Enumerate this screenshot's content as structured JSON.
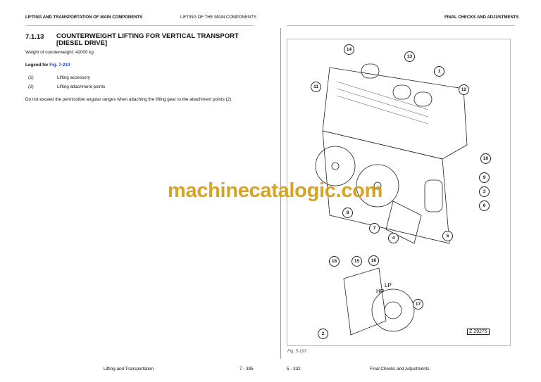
{
  "left_page": {
    "header_left": "LIFTING AND TRANSPORTATION OF MAIN COMPONENTS",
    "header_right": "LIFTING OF THE MAIN COMPONENTS",
    "section_number": "7.1.13",
    "section_title_line1": "COUNTERWEIGHT LIFTING FOR VERTICAL TRANSPORT",
    "section_title_line2": "[DIESEL DRIVE]",
    "weight_text": "Weight of counterweight: 42000 kg",
    "legend_label": "Legend for ",
    "legend_link": "Fig. 7-210",
    "legend": [
      {
        "num": "(1)",
        "text": "Lifting accessory"
      },
      {
        "num": "(2)",
        "text": "Lifting attachment points"
      }
    ],
    "note": "Do not exceed the permissible angular ranges when attaching the lifting gear to the attachment points (2).",
    "footer_title": "Lifting and Transportation",
    "footer_page": "7 - 385"
  },
  "right_page": {
    "header": "FINAL CHECKS AND ADJUSTMENTS",
    "figure_caption": "Fig. 5-197",
    "figure_id": "Z 29275",
    "callouts": [
      "14",
      "13",
      "1",
      "11",
      "12",
      "10",
      "9",
      "3",
      "6",
      "8",
      "7",
      "5",
      "4",
      "18",
      "15",
      "16",
      "17",
      "2"
    ],
    "labels": {
      "lp": "LP",
      "hp": "HP"
    },
    "footer_page": "5 - 332",
    "footer_title": "Final Checks and Adjustments"
  },
  "watermark": "machinecatalogic.com"
}
